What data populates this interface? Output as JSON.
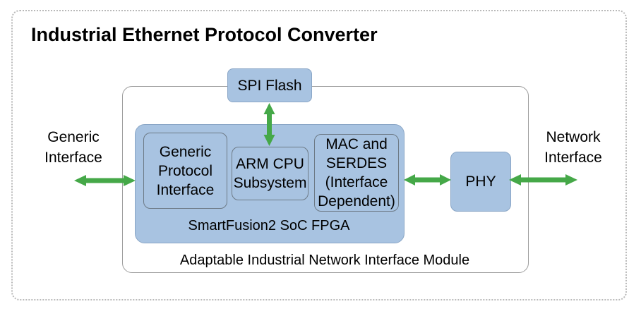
{
  "title": "Industrial Ethernet Protocol Converter",
  "side_labels": {
    "generic": {
      "lines": [
        "Generic",
        "Interface"
      ]
    },
    "network": {
      "lines": [
        "Network",
        "Interface"
      ]
    }
  },
  "blocks": {
    "spi_flash": {
      "label": "SPI Flash"
    },
    "generic_protocol_interface": {
      "lines": [
        "Generic",
        "Protocol",
        "Interface"
      ]
    },
    "arm_cpu": {
      "lines": [
        "ARM CPU",
        "Subsystem"
      ]
    },
    "mac_serdes": {
      "lines": [
        "MAC and",
        "SERDES",
        "(Interface",
        "Dependent)"
      ]
    },
    "phy": {
      "label": "PHY"
    }
  },
  "captions": {
    "fpga": "SmartFusion2 SoC FPGA",
    "module": "Adaptable Industrial Network Interface Module"
  },
  "colors": {
    "block_fill": "#a8c3e1",
    "block_border": "#8aa6c6",
    "subblock_border": "#6d7a86",
    "module_border": "#9d9d9d",
    "dotted_border": "#b9b9b9",
    "arrow_green": "#45a848",
    "text_color": "#000000"
  }
}
